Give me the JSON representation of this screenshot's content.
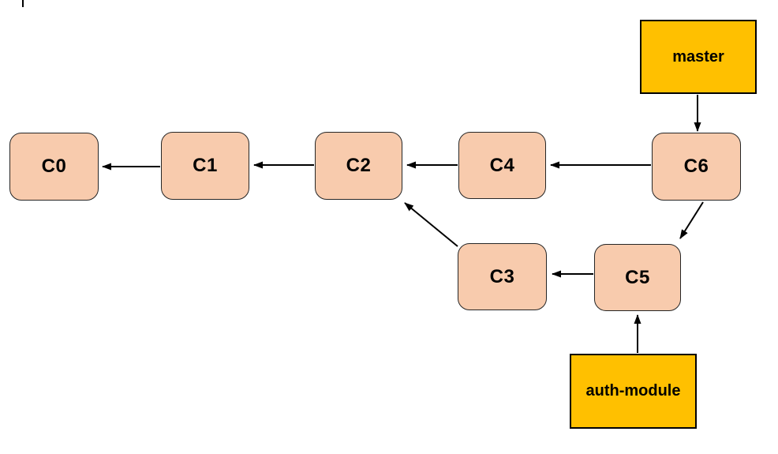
{
  "nodes": {
    "c0": {
      "label": "C0"
    },
    "c1": {
      "label": "C1"
    },
    "c2": {
      "label": "C2"
    },
    "c3": {
      "label": "C3"
    },
    "c4": {
      "label": "C4"
    },
    "c5": {
      "label": "C5"
    },
    "c6": {
      "label": "C6"
    }
  },
  "branches": {
    "master": {
      "label": "master"
    },
    "auth_module": {
      "label": "auth-module"
    }
  },
  "edges": [
    {
      "from": "C1",
      "to": "C0",
      "type": "parent-link"
    },
    {
      "from": "C2",
      "to": "C1",
      "type": "parent-link"
    },
    {
      "from": "C4",
      "to": "C2",
      "type": "parent-link"
    },
    {
      "from": "C6",
      "to": "C4",
      "type": "parent-link"
    },
    {
      "from": "C6",
      "to": "C5",
      "type": "parent-link"
    },
    {
      "from": "C3",
      "to": "C2",
      "type": "parent-link"
    },
    {
      "from": "C5",
      "to": "C3",
      "type": "parent-link"
    },
    {
      "from": "master",
      "to": "C6",
      "type": "branch-pointer"
    },
    {
      "from": "auth-module",
      "to": "C5",
      "type": "branch-pointer"
    }
  ],
  "colors": {
    "commit_fill": "#F8CBAD",
    "commit_border": "#262626",
    "branch_fill": "#FFC000",
    "branch_border": "#000000",
    "arrow": "#000000",
    "label_text": "#000000",
    "background": "#FFFFFF"
  }
}
